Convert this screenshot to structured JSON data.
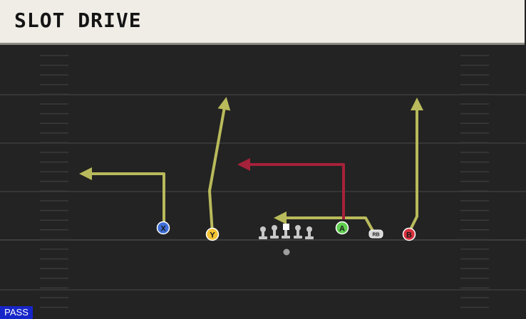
{
  "play": {
    "title": "SLOT DRIVE",
    "type_badge": "PASS"
  },
  "players": {
    "x": {
      "label": "X",
      "color": "#3f6fd8"
    },
    "y": {
      "label": "Y",
      "color": "#f3c334"
    },
    "a": {
      "label": "A",
      "color": "#5fcf4f"
    },
    "b": {
      "label": "B",
      "color": "#d8313e"
    },
    "rb": {
      "label": "RB"
    }
  },
  "colors": {
    "route_primary": "#b9ba5b",
    "route_read": "#a6213a",
    "field": "#232323",
    "yard_line": "#3c3c3c",
    "lineman": "#c8c8c8"
  }
}
